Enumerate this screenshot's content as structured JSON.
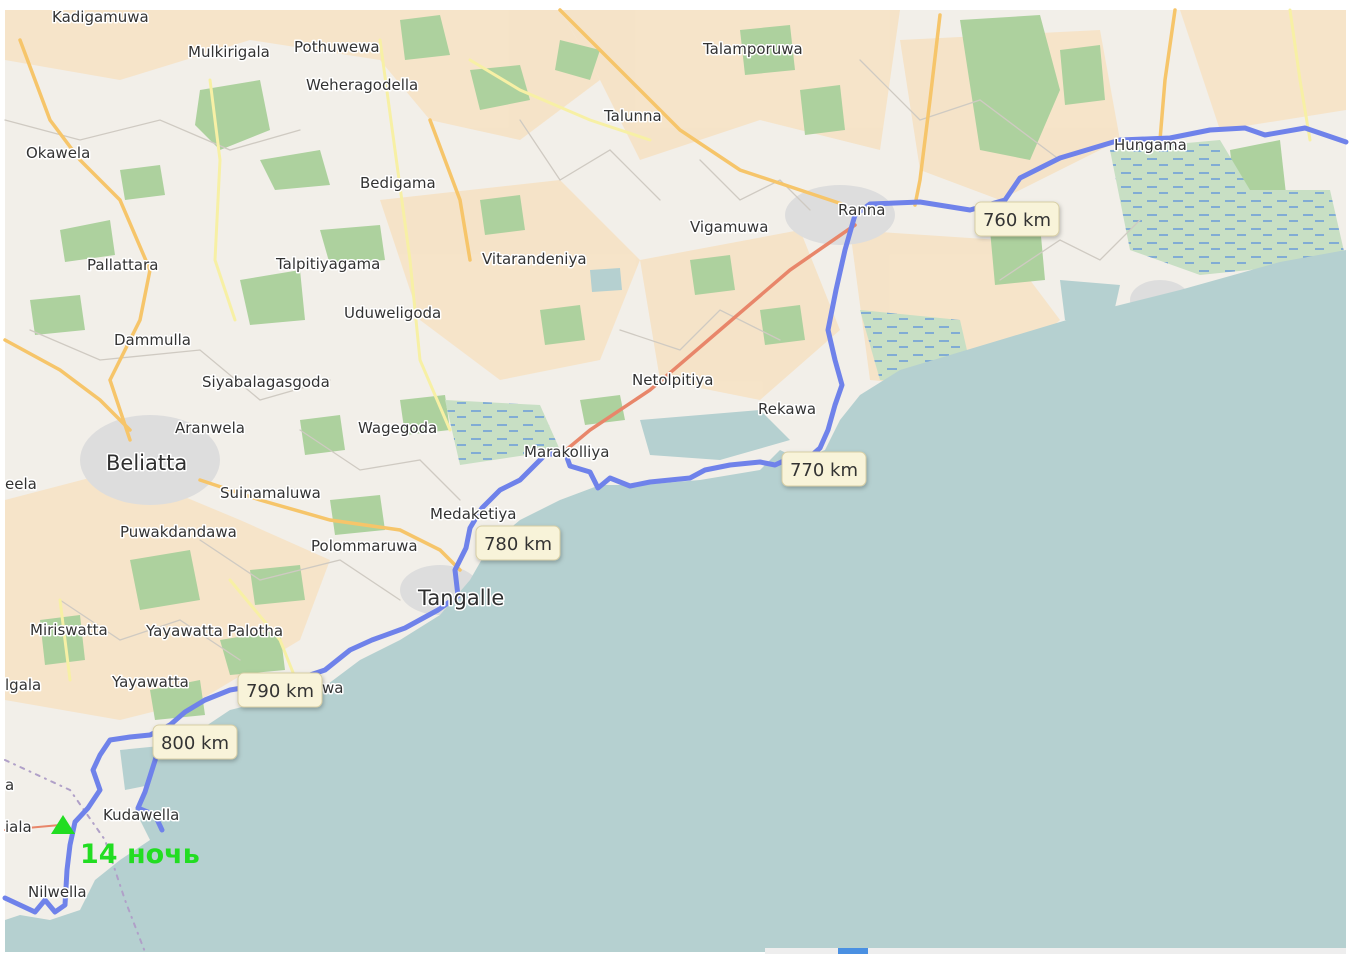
{
  "colors": {
    "sea": "#b5d0d0",
    "land": "#f2efe9",
    "farmland": "#f6e2c5",
    "forest": "#add19e",
    "wetland": "#6fa0d8",
    "town_area": "#dddddd",
    "road_major": "#f6c56a",
    "road_secondary": "#f7f0a5",
    "road_minor": "#ffffff",
    "expressway": "#e8866a",
    "route": "#6f82ea",
    "night_marker": "#22dd22"
  },
  "places": [
    {
      "name": "Kadigamuwa"
    },
    {
      "name": "Mulkirigala"
    },
    {
      "name": "Pothuwewa"
    },
    {
      "name": "Weheragodella"
    },
    {
      "name": "Talamporuwa"
    },
    {
      "name": "Talunna"
    },
    {
      "name": "Okawela"
    },
    {
      "name": "Bedigama"
    },
    {
      "name": "Hungama"
    },
    {
      "name": "Vigamuwa"
    },
    {
      "name": "Ranna"
    },
    {
      "name": "Pallattara"
    },
    {
      "name": "Talpitiyagama"
    },
    {
      "name": "Vitarandeniya"
    },
    {
      "name": "Uduweligoda"
    },
    {
      "name": "Dammulla"
    },
    {
      "name": "Netolpitiya"
    },
    {
      "name": "Siyabalagasgoda"
    },
    {
      "name": "Rekawa"
    },
    {
      "name": "Aranwela"
    },
    {
      "name": "Wagegoda"
    },
    {
      "name": "Beliatta",
      "major": true
    },
    {
      "name": "Marakolliya"
    },
    {
      "name": "eela"
    },
    {
      "name": "Suinamaluwa"
    },
    {
      "name": "Medaketiya"
    },
    {
      "name": "Puwakdandawa"
    },
    {
      "name": "Polommaruwa"
    },
    {
      "name": "Tangalle",
      "major": true
    },
    {
      "name": "Miriswatta"
    },
    {
      "name": "Yayawatta Palotha"
    },
    {
      "name": "Yayawatta"
    },
    {
      "name": "lgala"
    },
    {
      "name": "wa"
    },
    {
      "name": "Kudawella"
    },
    {
      "name": "a"
    },
    {
      "name": "iala"
    },
    {
      "name": "Nilwella"
    }
  ],
  "distance_markers": [
    {
      "label": "760 km"
    },
    {
      "label": "770 km"
    },
    {
      "label": "780 km"
    },
    {
      "label": "790 km"
    },
    {
      "label": "800 km"
    }
  ],
  "night_stop": {
    "label": "14 ночь",
    "icon": "triangle-marker-icon"
  }
}
